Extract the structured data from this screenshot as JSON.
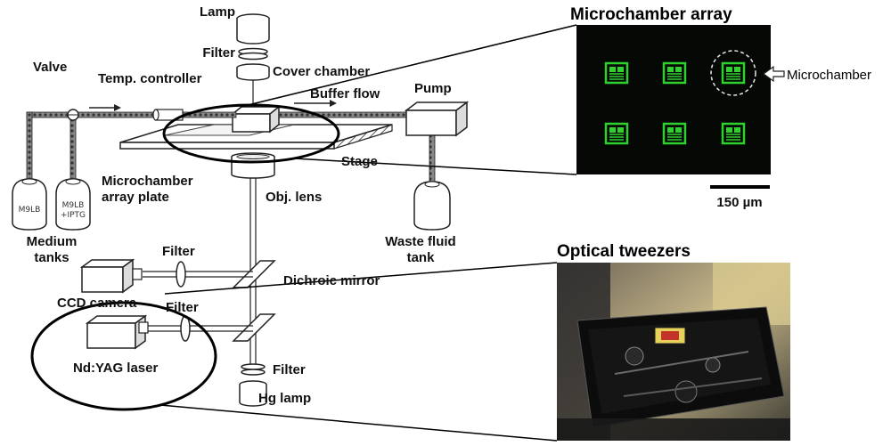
{
  "labels": {
    "lamp": "Lamp",
    "filter_top": "Filter",
    "valve": "Valve",
    "temp_controller": "Temp. controller",
    "cover_chamber": "Cover chamber",
    "buffer_flow": "Buffer flow",
    "pump": "Pump",
    "stage": "Stage",
    "microchamber_array_plate_1": "Microchamber",
    "microchamber_array_plate_2": "array plate",
    "obj_lens": "Obj. lens",
    "medium_tanks_1": "Medium",
    "medium_tanks_2": "tanks",
    "tank1_text": "M9LB",
    "tank2_text_1": "M9LB",
    "tank2_text_2": "+IPTG",
    "waste_1": "Waste fluid",
    "waste_2": "tank",
    "filter_ccd": "Filter",
    "ccd_camera": "CCD camera",
    "dichroic_mirror": "Dichroic mirror",
    "filter_laser": "Filter",
    "laser": "Nd:YAG laser",
    "filter_hg": "Filter",
    "hg_lamp": "Hg lamp"
  },
  "microchamber_panel": {
    "title": "Microchamber array",
    "callout": "Microchamber",
    "scale_bar": "150 µm"
  },
  "tweezers_panel": {
    "title": "Optical tweezers"
  },
  "colors": {
    "chamber_green": "#2fd12f",
    "panel_bg": "#050805"
  }
}
